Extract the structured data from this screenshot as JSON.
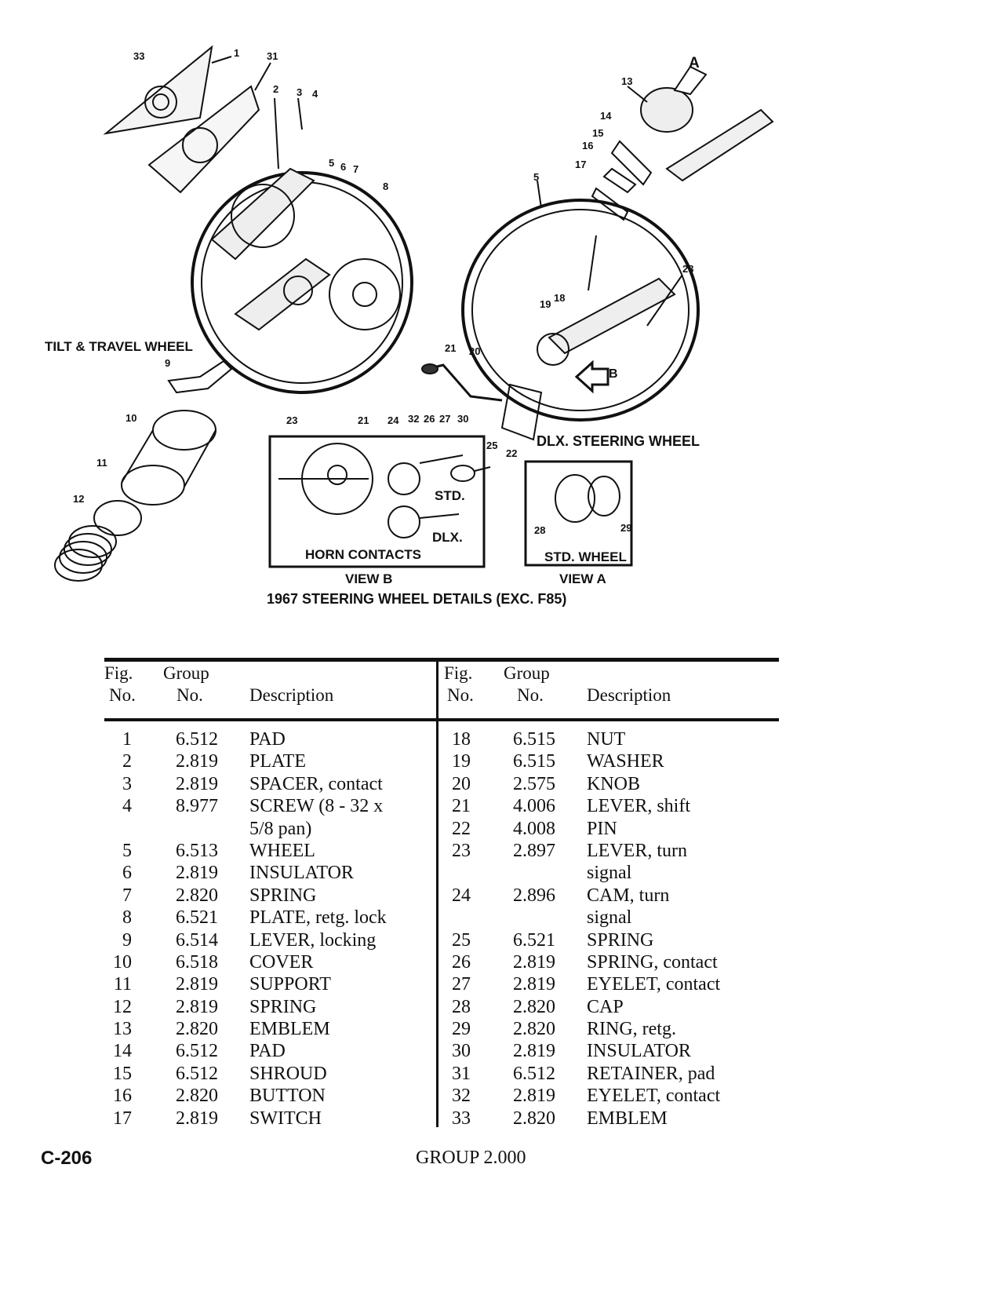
{
  "diagram": {
    "labels": {
      "tilt_travel": "TILT & TRAVEL WHEEL",
      "dlx_steering": "DLX. STEERING WHEEL",
      "horn_contacts": "HORN CONTACTS",
      "std_wheel": "STD. WHEEL",
      "view_b": "VIEW B",
      "view_a": "VIEW A",
      "std": "STD.",
      "dlx": "DLX.",
      "arrow_a": "A",
      "arrow_b": "B"
    },
    "caption": "1967 STEERING WHEEL DETAILS (EXC. F85)",
    "callouts": [
      "1",
      "2",
      "3",
      "4",
      "5",
      "6",
      "7",
      "8",
      "9",
      "10",
      "11",
      "12",
      "13",
      "14",
      "15",
      "16",
      "17",
      "18",
      "19",
      "20",
      "21",
      "22",
      "23",
      "24",
      "25",
      "26",
      "27",
      "28",
      "29",
      "30",
      "31",
      "32",
      "33"
    ]
  },
  "table": {
    "headers": {
      "fig": "Fig.",
      "fig2": "No.",
      "group": "Group",
      "group2": "No.",
      "description": "Description"
    },
    "left_rows": [
      {
        "fig": "1",
        "group": "6.512",
        "desc": "PAD"
      },
      {
        "fig": "2",
        "group": "2.819",
        "desc": "PLATE"
      },
      {
        "fig": "3",
        "group": "2.819",
        "desc": "SPACER, contact"
      },
      {
        "fig": "4",
        "group": "8.977",
        "desc": "SCREW (8 - 32 x"
      },
      {
        "fig": "",
        "group": "",
        "desc": "5/8 pan)"
      },
      {
        "fig": "5",
        "group": "6.513",
        "desc": "WHEEL"
      },
      {
        "fig": "6",
        "group": "2.819",
        "desc": "INSULATOR"
      },
      {
        "fig": "7",
        "group": "2.820",
        "desc": "SPRING"
      },
      {
        "fig": "8",
        "group": "6.521",
        "desc": "PLATE, retg. lock"
      },
      {
        "fig": "9",
        "group": "6.514",
        "desc": "LEVER, locking"
      },
      {
        "fig": "10",
        "group": "6.518",
        "desc": "COVER"
      },
      {
        "fig": "11",
        "group": "2.819",
        "desc": "SUPPORT"
      },
      {
        "fig": "12",
        "group": "2.819",
        "desc": "SPRING"
      },
      {
        "fig": "13",
        "group": "2.820",
        "desc": "EMBLEM"
      },
      {
        "fig": "14",
        "group": "6.512",
        "desc": "PAD"
      },
      {
        "fig": "15",
        "group": "6.512",
        "desc": "SHROUD"
      },
      {
        "fig": "16",
        "group": "2.820",
        "desc": "BUTTON"
      },
      {
        "fig": "17",
        "group": "2.819",
        "desc": "SWITCH"
      }
    ],
    "right_rows": [
      {
        "fig": "18",
        "group": "6.515",
        "desc": "NUT"
      },
      {
        "fig": "19",
        "group": "6.515",
        "desc": "WASHER"
      },
      {
        "fig": "20",
        "group": "2.575",
        "desc": "KNOB"
      },
      {
        "fig": "21",
        "group": "4.006",
        "desc": "LEVER, shift"
      },
      {
        "fig": "22",
        "group": "4.008",
        "desc": "PIN"
      },
      {
        "fig": "23",
        "group": "2.897",
        "desc": "LEVER, turn"
      },
      {
        "fig": "",
        "group": "",
        "desc": "signal"
      },
      {
        "fig": "24",
        "group": "2.896",
        "desc": "CAM, turn"
      },
      {
        "fig": "",
        "group": "",
        "desc": "signal"
      },
      {
        "fig": "25",
        "group": "6.521",
        "desc": "SPRING"
      },
      {
        "fig": "26",
        "group": "2.819",
        "desc": "SPRING, contact"
      },
      {
        "fig": "27",
        "group": "2.819",
        "desc": "EYELET, contact"
      },
      {
        "fig": "28",
        "group": "2.820",
        "desc": "CAP"
      },
      {
        "fig": "29",
        "group": "2.820",
        "desc": "RING, retg."
      },
      {
        "fig": "30",
        "group": "2.819",
        "desc": "INSULATOR"
      },
      {
        "fig": "31",
        "group": "6.512",
        "desc": "RETAINER, pad"
      },
      {
        "fig": "32",
        "group": "2.819",
        "desc": "EYELET, contact"
      },
      {
        "fig": "33",
        "group": "2.820",
        "desc": "EMBLEM"
      }
    ]
  },
  "footer": {
    "page": "C-206",
    "group": "GROUP 2.000"
  }
}
